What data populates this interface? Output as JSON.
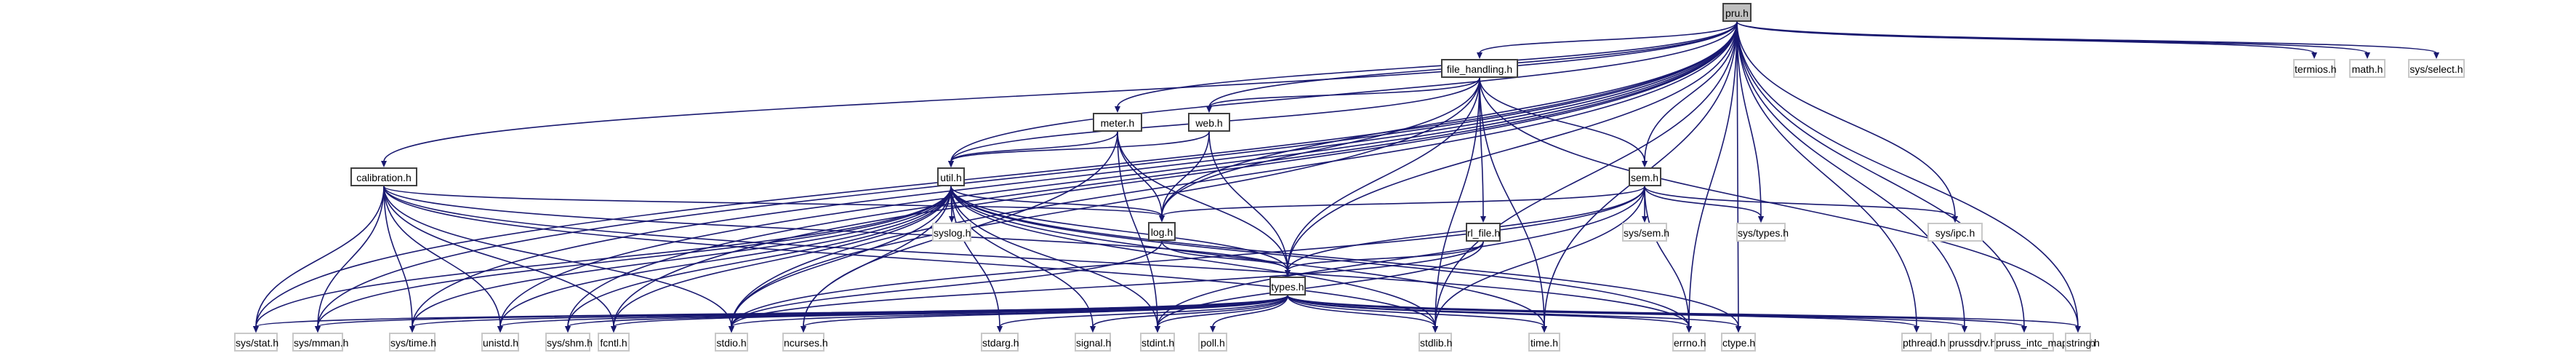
{
  "title": "pru.h include dependency graph",
  "colors": {
    "edge": "#191970",
    "root_fill": "#bfbfbf",
    "local_border": "#404040",
    "system_border": "#c8c8c8"
  },
  "nodes": [
    {
      "id": "pru",
      "label": "pru.h",
      "kind": "root"
    },
    {
      "id": "file_handling",
      "label": "file_handling.h",
      "kind": "local"
    },
    {
      "id": "meter",
      "label": "meter.h",
      "kind": "local"
    },
    {
      "id": "web",
      "label": "web.h",
      "kind": "local"
    },
    {
      "id": "calibration",
      "label": "calibration.h",
      "kind": "local"
    },
    {
      "id": "util",
      "label": "util.h",
      "kind": "local"
    },
    {
      "id": "sem",
      "label": "sem.h",
      "kind": "local"
    },
    {
      "id": "log",
      "label": "log.h",
      "kind": "local"
    },
    {
      "id": "rl_file",
      "label": "rl_file.h",
      "kind": "local"
    },
    {
      "id": "types",
      "label": "types.h",
      "kind": "local"
    },
    {
      "id": "termios",
      "label": "termios.h",
      "kind": "system"
    },
    {
      "id": "math",
      "label": "math.h",
      "kind": "system"
    },
    {
      "id": "sys_select",
      "label": "sys/select.h",
      "kind": "system"
    },
    {
      "id": "syslog",
      "label": "syslog.h",
      "kind": "system"
    },
    {
      "id": "sys_sem",
      "label": "sys/sem.h",
      "kind": "system"
    },
    {
      "id": "sys_types",
      "label": "sys/types.h",
      "kind": "system"
    },
    {
      "id": "sys_ipc",
      "label": "sys/ipc.h",
      "kind": "system"
    },
    {
      "id": "sys_stat",
      "label": "sys/stat.h",
      "kind": "system"
    },
    {
      "id": "sys_mman",
      "label": "sys/mman.h",
      "kind": "system"
    },
    {
      "id": "sys_time",
      "label": "sys/time.h",
      "kind": "system"
    },
    {
      "id": "unistd",
      "label": "unistd.h",
      "kind": "system"
    },
    {
      "id": "sys_shm",
      "label": "sys/shm.h",
      "kind": "system"
    },
    {
      "id": "fcntl",
      "label": "fcntl.h",
      "kind": "system"
    },
    {
      "id": "stdio",
      "label": "stdio.h",
      "kind": "system"
    },
    {
      "id": "ncurses",
      "label": "ncurses.h",
      "kind": "system"
    },
    {
      "id": "stdarg",
      "label": "stdarg.h",
      "kind": "system"
    },
    {
      "id": "signal",
      "label": "signal.h",
      "kind": "system"
    },
    {
      "id": "stdint",
      "label": "stdint.h",
      "kind": "system"
    },
    {
      "id": "poll",
      "label": "poll.h",
      "kind": "system"
    },
    {
      "id": "stdlib",
      "label": "stdlib.h",
      "kind": "system"
    },
    {
      "id": "time",
      "label": "time.h",
      "kind": "system"
    },
    {
      "id": "errno",
      "label": "errno.h",
      "kind": "system"
    },
    {
      "id": "ctype",
      "label": "ctype.h",
      "kind": "system"
    },
    {
      "id": "pthread",
      "label": "pthread.h",
      "kind": "system"
    },
    {
      "id": "prussdrv",
      "label": "prussdrv.h",
      "kind": "system"
    },
    {
      "id": "pruss_intc_mapping",
      "label": "pruss_intc_mapping.h",
      "kind": "system"
    },
    {
      "id": "string",
      "label": "string.h",
      "kind": "system"
    }
  ],
  "edges": [
    [
      "pru",
      "file_handling"
    ],
    [
      "pru",
      "meter"
    ],
    [
      "pru",
      "web"
    ],
    [
      "pru",
      "calibration"
    ],
    [
      "pru",
      "util"
    ],
    [
      "pru",
      "sem"
    ],
    [
      "pru",
      "log"
    ],
    [
      "pru",
      "types"
    ],
    [
      "pru",
      "termios"
    ],
    [
      "pru",
      "math"
    ],
    [
      "pru",
      "sys_select"
    ],
    [
      "pru",
      "sys_types"
    ],
    [
      "pru",
      "sys_ipc"
    ],
    [
      "pru",
      "sys_stat"
    ],
    [
      "pru",
      "sys_mman"
    ],
    [
      "pru",
      "sys_time"
    ],
    [
      "pru",
      "unistd"
    ],
    [
      "pru",
      "sys_shm"
    ],
    [
      "pru",
      "fcntl"
    ],
    [
      "pru",
      "stdio"
    ],
    [
      "pru",
      "stdlib"
    ],
    [
      "pru",
      "time"
    ],
    [
      "pru",
      "errno"
    ],
    [
      "pru",
      "ctype"
    ],
    [
      "pru",
      "pthread"
    ],
    [
      "pru",
      "prussdrv"
    ],
    [
      "pru",
      "pruss_intc_mapping"
    ],
    [
      "pru",
      "string"
    ],
    [
      "file_handling",
      "util"
    ],
    [
      "file_handling",
      "web"
    ],
    [
      "file_handling",
      "sem"
    ],
    [
      "file_handling",
      "log"
    ],
    [
      "file_handling",
      "rl_file"
    ],
    [
      "file_handling",
      "types"
    ],
    [
      "file_handling",
      "stdio"
    ],
    [
      "file_handling",
      "stdlib"
    ],
    [
      "file_handling",
      "time"
    ],
    [
      "file_handling",
      "string"
    ],
    [
      "meter",
      "util"
    ],
    [
      "meter",
      "log"
    ],
    [
      "meter",
      "types"
    ],
    [
      "meter",
      "stdint"
    ],
    [
      "meter",
      "ncurses"
    ],
    [
      "web",
      "util"
    ],
    [
      "web",
      "log"
    ],
    [
      "web",
      "types"
    ],
    [
      "calibration",
      "log"
    ],
    [
      "calibration",
      "types"
    ],
    [
      "calibration",
      "sys_stat"
    ],
    [
      "calibration",
      "sys_mman"
    ],
    [
      "calibration",
      "sys_time"
    ],
    [
      "calibration",
      "unistd"
    ],
    [
      "calibration",
      "fcntl"
    ],
    [
      "calibration",
      "stdio"
    ],
    [
      "calibration",
      "stdlib"
    ],
    [
      "calibration",
      "errno"
    ],
    [
      "util",
      "log"
    ],
    [
      "util",
      "types"
    ],
    [
      "util",
      "syslog"
    ],
    [
      "util",
      "sys_stat"
    ],
    [
      "util",
      "sys_mman"
    ],
    [
      "util",
      "sys_time"
    ],
    [
      "util",
      "unistd"
    ],
    [
      "util",
      "sys_shm"
    ],
    [
      "util",
      "fcntl"
    ],
    [
      "util",
      "stdio"
    ],
    [
      "util",
      "ncurses"
    ],
    [
      "util",
      "stdarg"
    ],
    [
      "util",
      "signal"
    ],
    [
      "util",
      "stdint"
    ],
    [
      "util",
      "stdlib"
    ],
    [
      "util",
      "time"
    ],
    [
      "util",
      "errno"
    ],
    [
      "util",
      "ctype"
    ],
    [
      "sem",
      "log"
    ],
    [
      "sem",
      "types"
    ],
    [
      "sem",
      "sys_sem"
    ],
    [
      "sem",
      "sys_types"
    ],
    [
      "sem",
      "sys_ipc"
    ],
    [
      "sem",
      "stdint"
    ],
    [
      "sem",
      "stdlib"
    ],
    [
      "sem",
      "errno"
    ],
    [
      "sem",
      "stdio"
    ],
    [
      "log",
      "types"
    ],
    [
      "log",
      "stdio"
    ],
    [
      "rl_file",
      "types"
    ],
    [
      "rl_file",
      "stdint"
    ],
    [
      "rl_file",
      "stdio"
    ],
    [
      "types",
      "sys_stat"
    ],
    [
      "types",
      "sys_mman"
    ],
    [
      "types",
      "sys_time"
    ],
    [
      "types",
      "unistd"
    ],
    [
      "types",
      "sys_shm"
    ],
    [
      "types",
      "fcntl"
    ],
    [
      "types",
      "stdio"
    ],
    [
      "types",
      "ncurses"
    ],
    [
      "types",
      "stdarg"
    ],
    [
      "types",
      "signal"
    ],
    [
      "types",
      "stdint"
    ],
    [
      "types",
      "poll"
    ],
    [
      "types",
      "stdlib"
    ],
    [
      "types",
      "time"
    ],
    [
      "types",
      "errno"
    ],
    [
      "types",
      "ctype"
    ],
    [
      "types",
      "pthread"
    ],
    [
      "types",
      "prussdrv"
    ],
    [
      "types",
      "pruss_intc_mapping"
    ],
    [
      "types",
      "string"
    ]
  ]
}
